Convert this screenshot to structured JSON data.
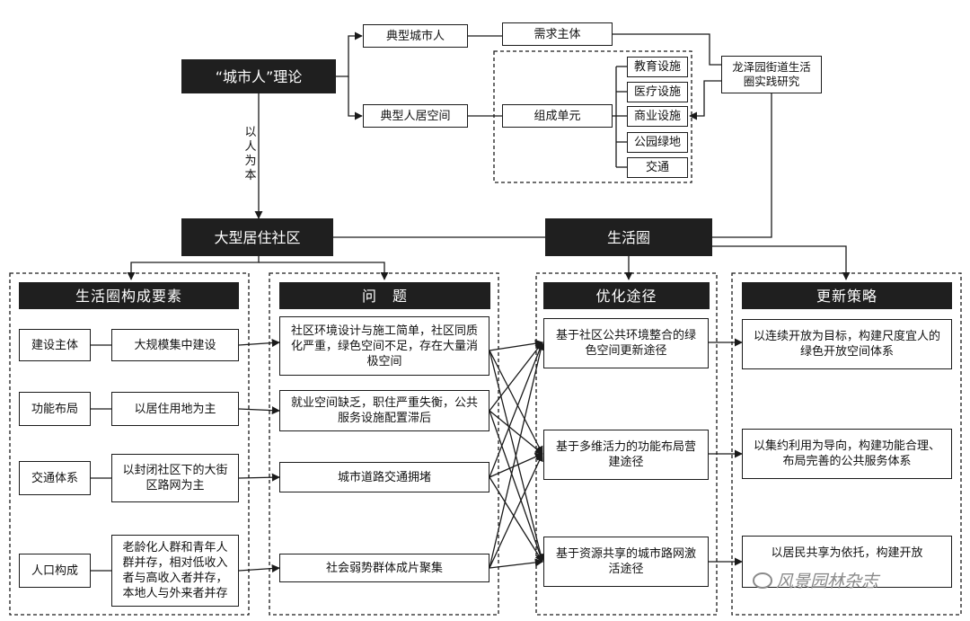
{
  "theory": "“城市人”理论",
  "typical_person": "典型城市人",
  "typical_space": "典型人居空间",
  "demand_subject": "需求主体",
  "component_unit": "组成单元",
  "facilities": [
    "教育设施",
    "医疗设施",
    "商业设施",
    "公园绿地",
    "交通"
  ],
  "case_study": "龙泽园街道生活圈实践研究",
  "people_oriented": "以人为本",
  "large_community": "大型居住社区",
  "life_circle": "生活圈",
  "headers": [
    "生活圈构成要素",
    "问　题",
    "优化途径",
    "更新策略"
  ],
  "elements": [
    {
      "label": "建设主体",
      "desc": "大规模集中建设"
    },
    {
      "label": "功能布局",
      "desc": "以居住用地为主"
    },
    {
      "label": "交通体系",
      "desc": "以封闭社区下的大街区路网为主"
    },
    {
      "label": "人口构成",
      "desc": "老龄化人群和青年人群并存，相对低收入者与高收入者并存，本地人与外来者并存"
    }
  ],
  "problems": [
    "社区环境设计与施工简单，社区同质化严重，绿色空间不足，存在大量消极空间",
    "就业空间缺乏，职住严重失衡，公共服务设施配置滞后",
    "城市道路交通拥堵",
    "社会弱势群体成片聚集"
  ],
  "paths": [
    "基于社区公共环境整合的绿色空间更新途径",
    "基于多维活力的功能布局营建途径",
    "基于资源共享的城市路网激活途径"
  ],
  "strategies": [
    "以连续开放为目标，构建尺度宜人的绿色开放空间体系",
    "以集约利用为导向，构建功能合理、布局完善的公共服务体系",
    "以居民共享为依托，构建开放"
  ],
  "watermark": "风景园林杂志"
}
